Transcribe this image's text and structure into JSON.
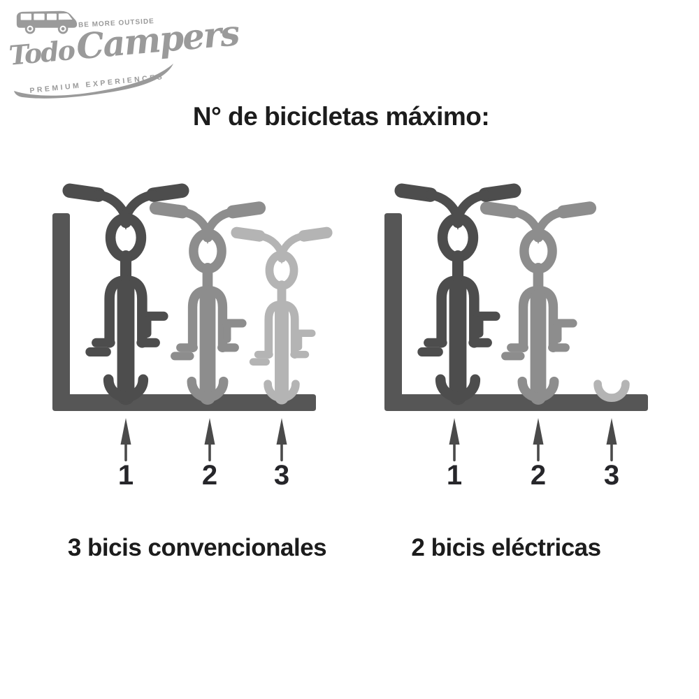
{
  "logo": {
    "tagline_top": "BE MORE OUTSIDE",
    "brand_word1": "Todo",
    "brand_word2": "Campers",
    "tagline_bottom": "PREMIUM EXPERIENCES"
  },
  "title": "N° de bicicletas máximo:",
  "diagrams": [
    {
      "id": "conventional",
      "caption": "3 bicis convencionales",
      "bikes_loaded": 3,
      "slots": [
        "1",
        "2",
        "3"
      ]
    },
    {
      "id": "electric",
      "caption": "2 bicis eléctricas",
      "bikes_loaded": 2,
      "slots": [
        "1",
        "2",
        "3"
      ]
    }
  ],
  "icons": {
    "van": "campervan-side-icon",
    "swoosh": "swoosh-underline-icon",
    "bike": "bicycle-front-view-icon",
    "wheel_chock": "wheel-chock-icon",
    "arrow": "arrow-up-icon"
  },
  "colors": {
    "bike_front": "#4d4d4d",
    "bike_middle": "#8d8d8d",
    "bike_back": "#b4b4b4",
    "rack": "#565656",
    "arrow": "#4a4a4a",
    "heading_text": "#1c1c1c",
    "number_text": "#26262a",
    "logo_gray": "#9a9a9a"
  }
}
